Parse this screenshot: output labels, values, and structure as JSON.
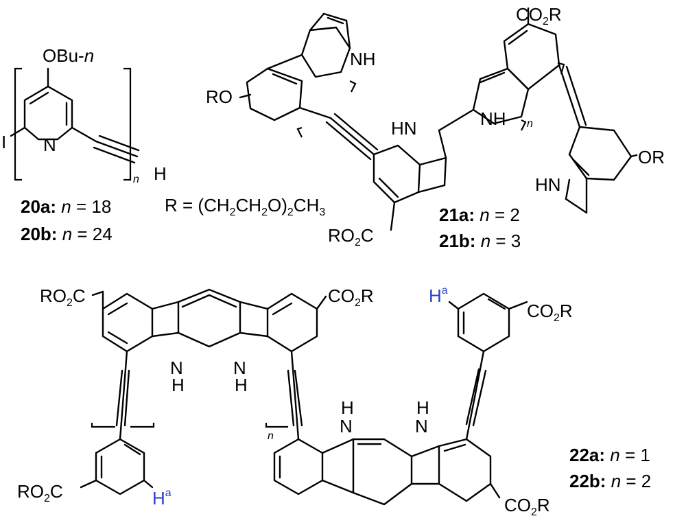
{
  "atoms": {
    "obu": "OBu-",
    "n_italic": "n",
    "iodine": "I",
    "nitrogen": "N",
    "hydrogen": "H",
    "nh": "NH",
    "hn": "HN",
    "ro": "RO",
    "or": "OR",
    "co2r": "CO",
    "r": "R",
    "ro2c": "RO",
    "c": "C",
    "sub2": "2",
    "ha": "H",
    "a": "a"
  },
  "r_definition": {
    "lhs": "R = (CH",
    "s1": "2",
    "m1": "CH",
    "s2": "2",
    "m2": "O)",
    "s3": "2",
    "m3": "CH",
    "s4": "3"
  },
  "labels": {
    "c20a": "20a:",
    "c20a_val": " = 18",
    "c20b": "20b:",
    "c20b_val": " = 24",
    "c21a": "21a:",
    "c21a_val": " = 2",
    "c21b": "21b:",
    "c21b_val": " = 3",
    "c22a": "22a:",
    "c22a_val": " = 1",
    "c22b": "22b:",
    "c22b_val": " = 2",
    "n": "n"
  },
  "colors": {
    "bonds": "#000000",
    "highlight": "#2a3fc8"
  }
}
